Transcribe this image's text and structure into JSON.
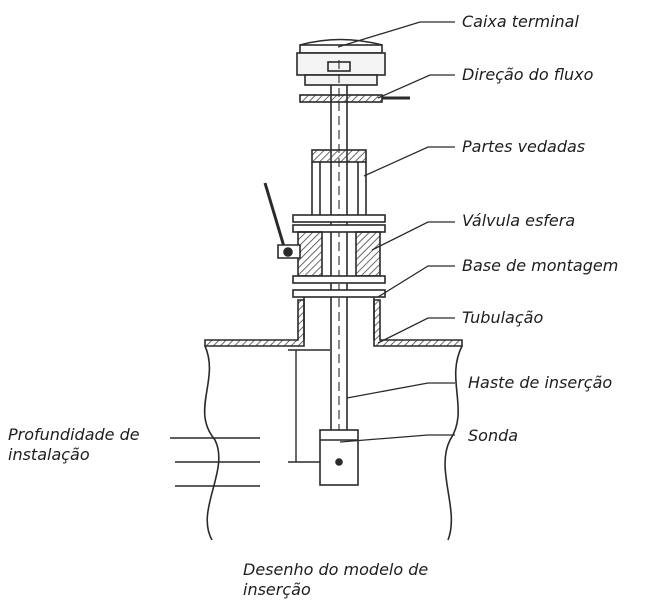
{
  "diagram": {
    "callouts": [
      {
        "id": "caixa-terminal",
        "text": "Caixa terminal"
      },
      {
        "id": "direcao-fluxo",
        "text": "Direção do fluxo"
      },
      {
        "id": "partes-vedadas",
        "text": "Partes vedadas"
      },
      {
        "id": "valvula-esfera",
        "text": "Válvula esfera"
      },
      {
        "id": "base-montagem",
        "text": "Base de montagem"
      },
      {
        "id": "tubulacao",
        "text": "Tubulação"
      },
      {
        "id": "haste-insercao",
        "text": "Haste de inserção"
      },
      {
        "id": "sonda",
        "text": "Sonda"
      }
    ],
    "depth_label": "Profundidade de instalação",
    "caption": "Desenho do modelo de inserção"
  },
  "colors": {
    "line": "#2a2a2a",
    "hatch": "#555555",
    "text": "#1e1e1e"
  }
}
